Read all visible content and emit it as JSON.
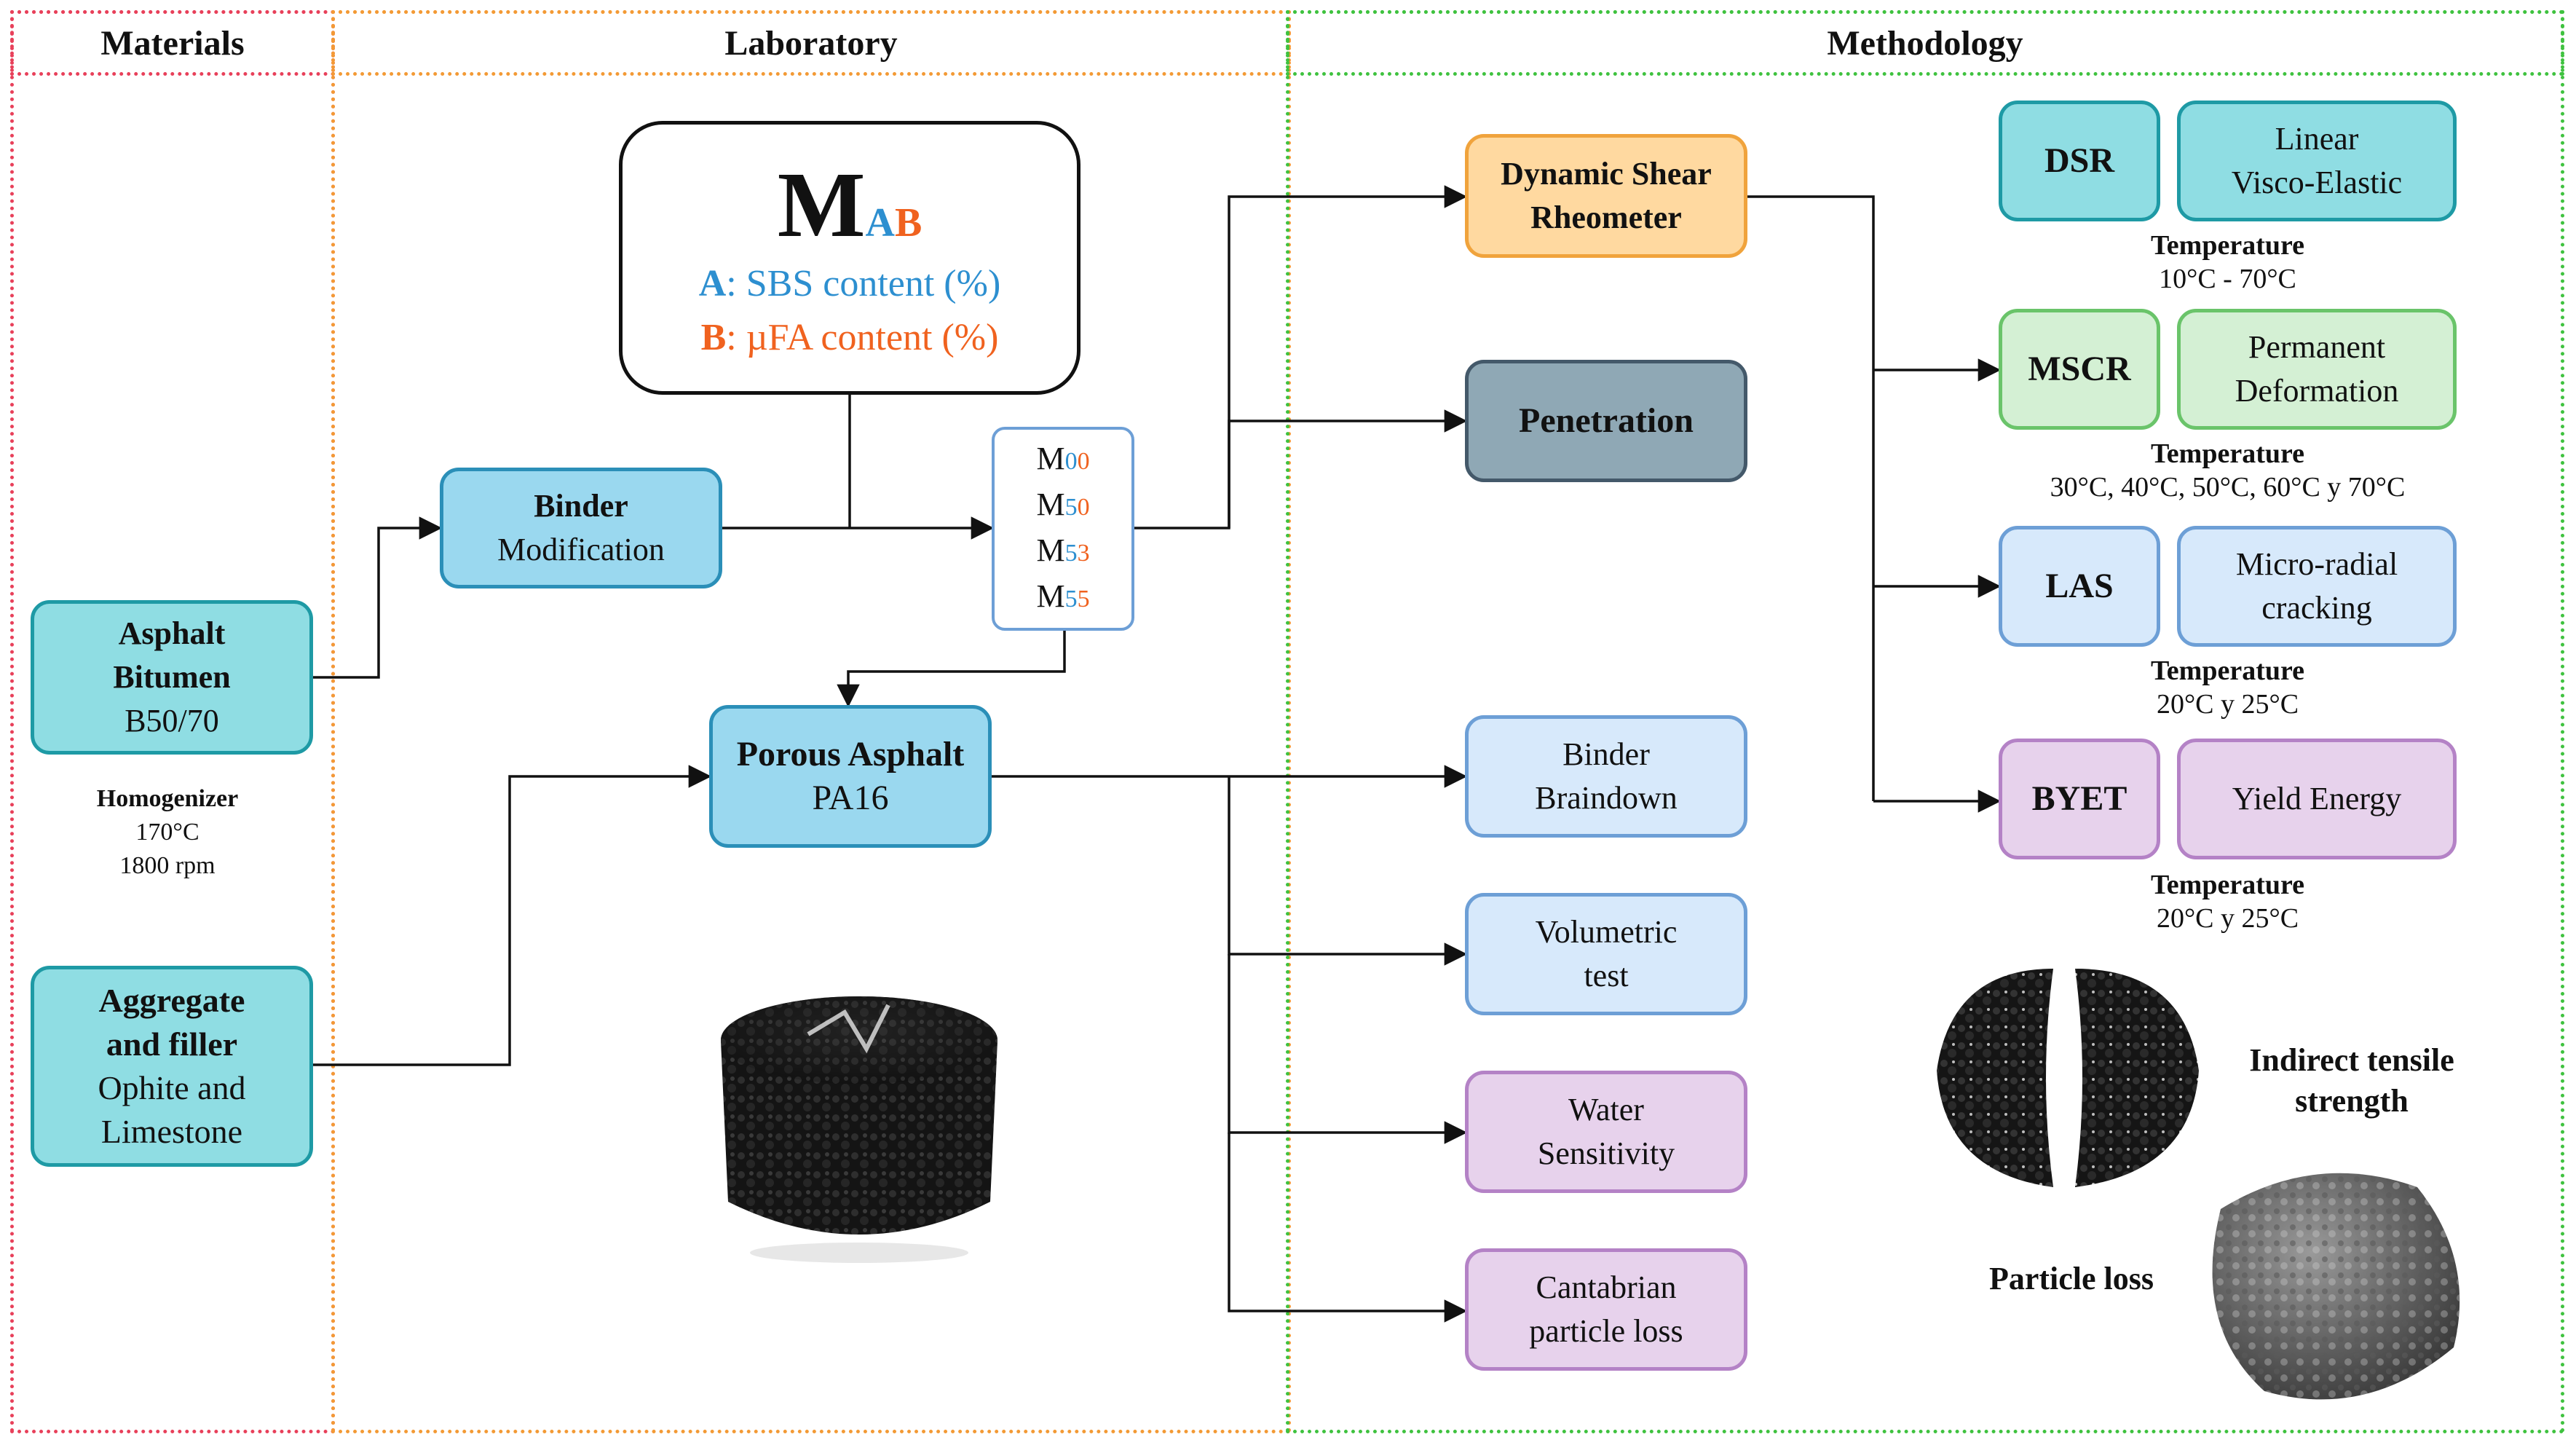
{
  "sections": {
    "materials": "Materials",
    "laboratory": "Laboratory",
    "methodology": "Methodology"
  },
  "materials": {
    "bitumen": {
      "line1": "Asphalt",
      "line2": "Bitumen",
      "line3": "B50/70"
    },
    "homogenizer": {
      "title": "Homogenizer",
      "temp": "170°C",
      "speed": "1800 rpm"
    },
    "aggregate": {
      "line1": "Aggregate",
      "line2": "and filler",
      "line3": "Ophite and",
      "line4": "Limestone"
    }
  },
  "laboratory": {
    "binder_mod": {
      "line1": "Binder",
      "line2": "Modification"
    },
    "mab": {
      "symbol": "M",
      "sub_a": "A",
      "sub_b": "B",
      "a_key": "A",
      "a_text": ": SBS content (%)",
      "b_key": "B",
      "b_text": ": µFA content (%)"
    },
    "mixes": [
      {
        "m": "M",
        "a": "0",
        "b": "0"
      },
      {
        "m": "M",
        "a": "5",
        "b": "0"
      },
      {
        "m": "M",
        "a": "5",
        "b": "3"
      },
      {
        "m": "M",
        "a": "5",
        "b": "5"
      }
    ],
    "porous": {
      "line1": "Porous Asphalt",
      "line2": "PA16"
    }
  },
  "methodology": {
    "dsr_machine": {
      "line1": "Dynamic Shear",
      "line2": "Rheometer"
    },
    "penetration": "Penetration",
    "braindown": {
      "line1": "Binder",
      "line2": "Braindown"
    },
    "volumetric": {
      "line1": "Volumetric",
      "line2": "test"
    },
    "water": {
      "line1": "Water",
      "line2": "Sensitivity"
    },
    "cantabrian": {
      "line1": "Cantabrian",
      "line2": "particle loss"
    },
    "tests": [
      {
        "short": "DSR",
        "desc1": "Linear",
        "desc2": "Visco-Elastic",
        "temp_label": "Temperature",
        "temp_value": "10°C - 70°C"
      },
      {
        "short": "MSCR",
        "desc1": "Permanent",
        "desc2": "Deformation",
        "temp_label": "Temperature",
        "temp_value": "30°C, 40°C, 50°C, 60°C y 70°C"
      },
      {
        "short": "LAS",
        "desc1": "Micro-radial",
        "desc2": "cracking",
        "temp_label": "Temperature",
        "temp_value": "20°C y 25°C"
      },
      {
        "short": "BYET",
        "desc1": "Yield Energy",
        "desc2": "",
        "temp_label": "Temperature",
        "temp_value": "20°C y 25°C"
      }
    ],
    "its_label": {
      "line1": "Indirect tensile",
      "line2": "strength"
    },
    "particle_loss_label": "Particle loss"
  },
  "colors": {
    "materials_border": "#e8405a",
    "laboratory_border": "#f39a35",
    "methodology_border": "#3fc23f",
    "sbs_color": "#2d8fd0",
    "ufa_color": "#f0621f"
  }
}
